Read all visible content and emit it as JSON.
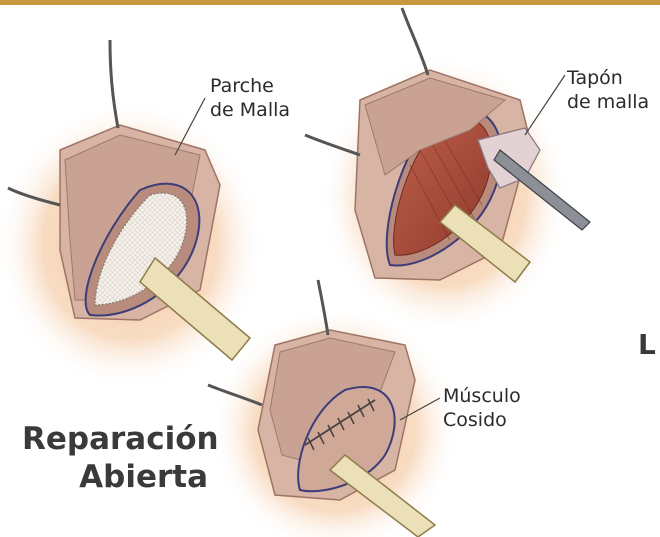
{
  "labels": {
    "patch": [
      "Parche",
      "de Malla"
    ],
    "plug": [
      "Tapón",
      "de malla"
    ],
    "muscle": [
      "Músculo",
      "Cosido"
    ]
  },
  "title": [
    "Reparación",
    "Abierta"
  ],
  "edge_letter": "L",
  "colors": {
    "top_bar": "#c9973e",
    "halo": "#f4c49a",
    "skin": "#d6b0a0",
    "tissue": "#b8877a",
    "muscle": "#a85040",
    "mesh": "#f3efe9",
    "retractor": "#ece0b8",
    "text": "#2b2b2b"
  }
}
